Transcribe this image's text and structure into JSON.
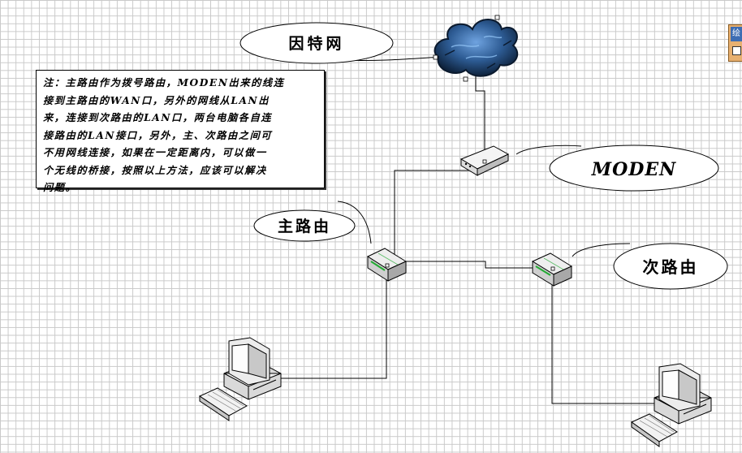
{
  "labels": {
    "internet": "因特网",
    "modem": "MODEN",
    "main_router": "主路由",
    "secondary_router": "次路由"
  },
  "note": {
    "lines": [
      "注：主路由作为拨号路由，MODEN出来的线连",
      "接到主路由的WAN口，另外的网线从LAN出",
      "来，连接到次路由的LAN口，两台电脑各自连",
      "接路由的LAN接口，另外，主、次路由之间可",
      "不用网线连接，如果在一定距离内，可以做一",
      "个无线的桥接，按照以上方法，应该可以解决",
      "问题。"
    ]
  },
  "side_tab": {
    "text": "绘"
  },
  "colors": {
    "cloud_dark": "#0f2540",
    "cloud_light": "#5a8fd0",
    "router_led": "#22aa33"
  }
}
